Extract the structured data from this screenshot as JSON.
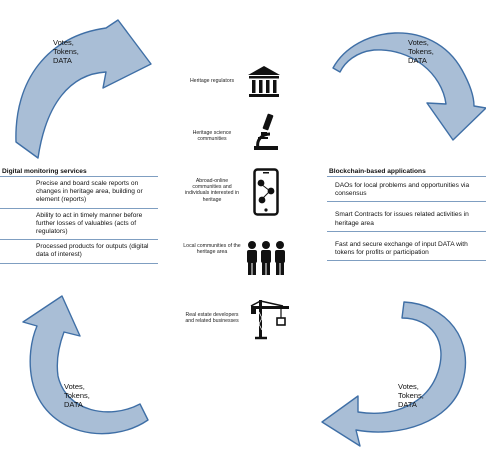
{
  "flows": {
    "top_left": {
      "lines": [
        "Votes,",
        "Tokens,",
        "DATA"
      ]
    },
    "top_right": {
      "lines": [
        "Votes,",
        "Tokens,",
        "DATA"
      ]
    },
    "bottom_left": {
      "lines": [
        "Votes,",
        "Tokens,",
        "DATA"
      ]
    },
    "bottom_right": {
      "lines": [
        "Votes,",
        "Tokens,",
        "DATA"
      ]
    }
  },
  "left_panel": {
    "title": "Digital monitoring services",
    "items": [
      "Precise and board scale reports on changes in heritage area, building or element (reports)",
      "Ability to act in timely manner before further losses of valuables (acts of regulators)",
      "Processed products for outputs (digital data of interest)"
    ]
  },
  "right_panel": {
    "title": "Blockchain-based applications",
    "items": [
      "DAOs for local problems and opportunities via consensus",
      "Smart Contracts for issues related activities in heritage area",
      "Fast and secure exchange of input DATA with tokens for profits or participation"
    ]
  },
  "actors": [
    {
      "label": "Heritage regulators",
      "icon": "museum-icon"
    },
    {
      "label": "Heritage science communities",
      "icon": "microscope-icon"
    },
    {
      "label": "Abroad-online communities and individuals interested in heritage",
      "icon": "smartphone-network-icon"
    },
    {
      "label": "Local communities of the heritage area",
      "icon": "people-group-icon"
    },
    {
      "label": "Real estate developers and related businesses",
      "icon": "construction-crane-icon"
    }
  ],
  "colors": {
    "arrow_fill": "#a9bed6",
    "arrow_stroke": "#3f6fa6",
    "divider": "#7f9ec1",
    "icon": "#111111"
  }
}
